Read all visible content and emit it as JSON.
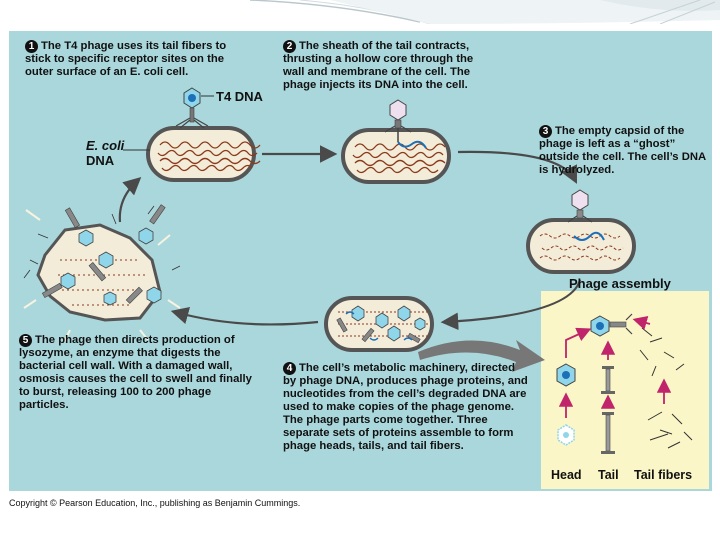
{
  "steps": [
    {
      "num": "1",
      "text": "The T4 phage uses its tail fibers to stick to specific receptor sites on the outer surface of an E. coli cell."
    },
    {
      "num": "2",
      "text": "The sheath of the tail contracts, thrusting a hollow core through the wall and membrane of the cell. The phage injects its DNA into the cell."
    },
    {
      "num": "3",
      "text": "The empty capsid of the phage is left as a “ghost” outside the cell. The cell’s DNA is hydrolyzed."
    },
    {
      "num": "4",
      "text": "The cell’s metabolic machinery, directed by phage DNA, produces phage proteins, and nucleotides from the cell’s degraded DNA are used to make copies of the phage genome. The phage parts come together. Three separate sets of proteins assemble to form phage heads, tails, and tail fibers."
    },
    {
      "num": "5",
      "text": "The phage then directs production of lysozyme, an enzyme that digests the bacterial cell wall. With a damaged wall, osmosis causes the cell to swell and finally to burst, releasing 100 to 200 phage particles."
    }
  ],
  "labels": {
    "t4_dna": "T4 DNA",
    "ecoli_dna_line1": "E. coli",
    "ecoli_dna_line2": "DNA",
    "phage_assembly": "Phage assembly",
    "head": "Head",
    "tail": "Tail",
    "tail_fibers": "Tail fibers"
  },
  "copyright": "Copyright © Pearson Education, Inc., publishing as Benjamin Cummings.",
  "colors": {
    "panel": "#aad7db",
    "assembly_panel": "#fbf6c7",
    "cell_fill": "#f3ecd9",
    "bacterial_dna": "#8b3a1a",
    "phage_head": "#8fd6ea",
    "phage_dna": "#1d6fb8",
    "arrow": "#4a4a4a",
    "assembly_arrow": "#c0246a"
  }
}
